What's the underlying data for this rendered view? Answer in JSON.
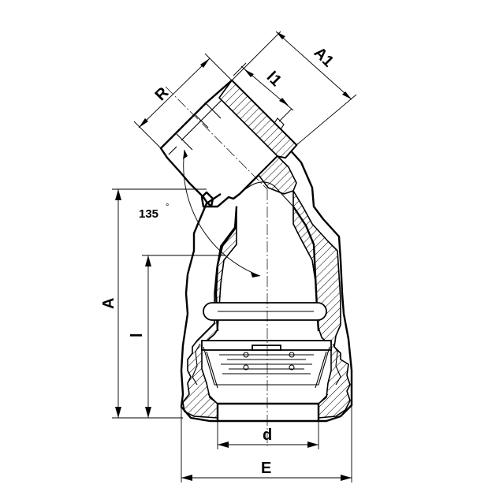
{
  "dimensions": {
    "R": "R",
    "A1": "A1",
    "l1": "l1",
    "A": "A",
    "l": "l",
    "d": "d",
    "E": "E"
  },
  "angle": {
    "value": "135",
    "unit": "°"
  }
}
